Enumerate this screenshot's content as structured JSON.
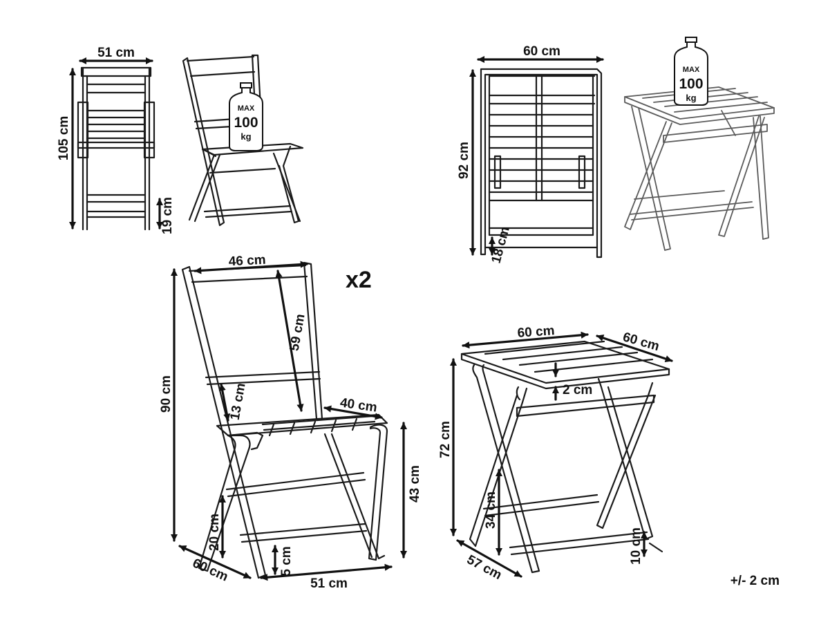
{
  "views": {
    "chair_front": {
      "width": "51 cm",
      "height": "105 cm",
      "ground": "19 cm"
    },
    "chair_folded": {
      "weight": {
        "max": "MAX",
        "value": "100",
        "unit": "kg"
      }
    },
    "table_folded": {
      "width": "60 cm",
      "height": "92 cm",
      "ground": "18 cm"
    },
    "table_open": {
      "weight": {
        "max": "MAX",
        "value": "100",
        "unit": "kg"
      }
    },
    "chair_main": {
      "quantity": "x2",
      "back_width": "46 cm",
      "back_height": "59 cm",
      "total_height": "90 cm",
      "gap": "13 cm",
      "seat_depth": "40 cm",
      "seat_height": "43 cm",
      "bar_height": "20 cm",
      "foot_height": "5 cm",
      "depth": "60 cm",
      "width": "51 cm"
    },
    "table_main": {
      "width": "60 cm",
      "depth_top": "60 cm",
      "top_thickness": "2 cm",
      "height": "72 cm",
      "bar_height": "34 cm",
      "foot_height": "10 cm",
      "depth": "57 cm"
    }
  },
  "tolerance": "+/- 2 cm"
}
